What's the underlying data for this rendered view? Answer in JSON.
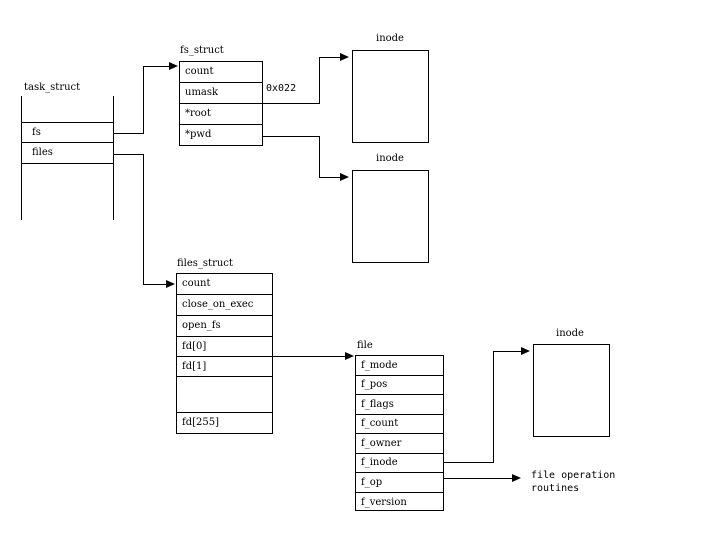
{
  "diagram": {
    "title": "linux-vfs-task-struct-file-structures",
    "structs": {
      "task_struct": {
        "label": "task_struct",
        "fields": [
          "fs",
          "files"
        ]
      },
      "fs_struct": {
        "label": "fs_struct",
        "fields": [
          "count",
          "umask",
          "*root",
          "*pwd"
        ],
        "annotation": "0x022"
      },
      "files_struct": {
        "label": "files_struct",
        "fields": [
          "count",
          "close_on_exec",
          "open_fs",
          "fd[0]",
          "fd[1]",
          "",
          "fd[255]"
        ]
      },
      "file": {
        "label": "file",
        "fields": [
          "f_mode",
          "f_pos",
          "f_flags",
          "f_count",
          "f_owner",
          "f_inode",
          "f_op",
          "f_version"
        ]
      }
    },
    "inodes": [
      {
        "label": "inode"
      },
      {
        "label": "inode"
      },
      {
        "label": "inode"
      }
    ],
    "endpoints": {
      "file_operations": "file operation\nroutines"
    },
    "colors": {
      "stroke": "#000000",
      "background": "#ffffff"
    }
  }
}
